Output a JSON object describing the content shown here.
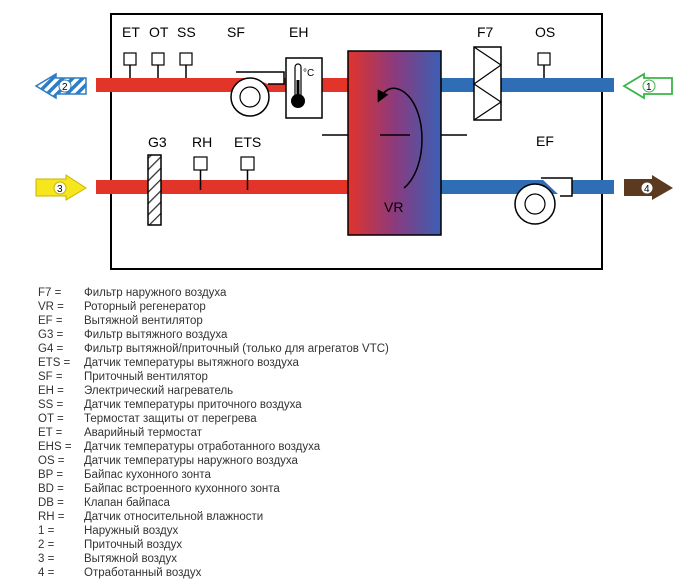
{
  "diagram": {
    "labels": {
      "et": "ET",
      "ot": "OT",
      "ss": "SS",
      "sf": "SF",
      "eh": "EH",
      "f7": "F7",
      "os": "OS",
      "g3": "G3",
      "rh": "RH",
      "ets": "ETS",
      "ef": "EF",
      "vr": "VR",
      "thermo_unit": "°C"
    },
    "flows": {
      "outdoor": "1",
      "supply": "2",
      "extract": "3",
      "exhaust": "4"
    },
    "colors": {
      "supply_duct": "#e3342a",
      "outdoor_duct": "#2f6db5",
      "supply_arrow": "#2f7dc4",
      "outdoor_arrow": "#3bb54a",
      "extract_arrow": "#f7e51e",
      "exhaust_arrow": "#5b3a20"
    }
  },
  "legend": [
    {
      "code": "F7 =",
      "desc": "Фильтр наружного воздуха"
    },
    {
      "code": "VR =",
      "desc": "Роторный регенератор"
    },
    {
      "code": "EF =",
      "desc": "Вытяжной вентилятор"
    },
    {
      "code": "G3 =",
      "desc": "Фильтр вытяжного воздуха"
    },
    {
      "code": "G4 =",
      "desc": "Фильтр вытяжной/приточный (только для агрегатов VTC)"
    },
    {
      "code": "ETS =",
      "desc": "Датчик температуры вытяжного воздуха"
    },
    {
      "code": "SF =",
      "desc": "Приточный вентилятор"
    },
    {
      "code": "EH =",
      "desc": "Электрический нагреватель"
    },
    {
      "code": "SS =",
      "desc": "Датчик температуры приточного воздуха"
    },
    {
      "code": "OT =",
      "desc": "Термостат защиты от перегрева"
    },
    {
      "code": "ET =",
      "desc": "Аварийный термостат"
    },
    {
      "code": "EHS =",
      "desc": "Датчик температуры отработанного воздуха"
    },
    {
      "code": "OS =",
      "desc": "Датчик температуры наружного воздуха"
    },
    {
      "code": "BP =",
      "desc": "Байпас кухонного зонта"
    },
    {
      "code": "BD =",
      "desc": "Байпас встроенного кухонного зонта"
    },
    {
      "code": "DB =",
      "desc": "Клапан байпаса"
    },
    {
      "code": "RH =",
      "desc": "Датчик относительной влажности"
    },
    {
      "code": "1 =",
      "desc": "Наружный воздух"
    },
    {
      "code": "2 =",
      "desc": "Приточный воздух"
    },
    {
      "code": "3 =",
      "desc": "Вытяжной воздух"
    },
    {
      "code": "4 =",
      "desc": "Отработанный воздух"
    }
  ]
}
